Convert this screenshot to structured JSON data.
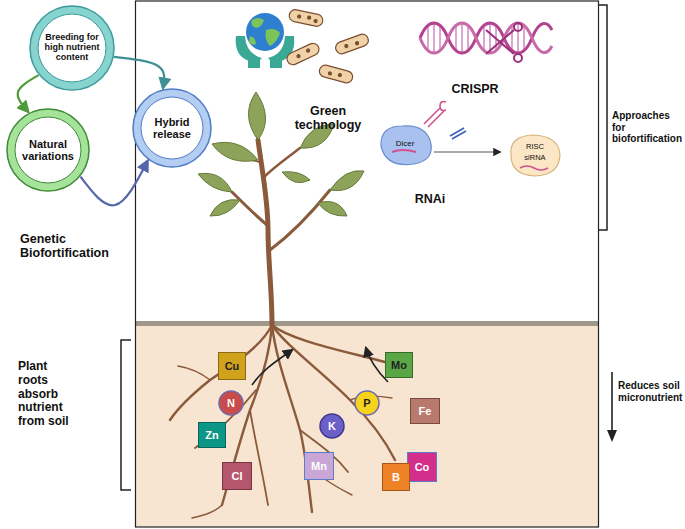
{
  "diagram": {
    "nodes": [
      {
        "text": [
          "Breeding for high nutrient content"
        ]
      },
      {
        "text": [
          "Natural variations"
        ]
      },
      {
        "text": [
          "Hybrid release"
        ]
      },
      {
        "text": [
          "Cu"
        ]
      },
      {
        "text": [
          "Mo"
        ]
      },
      {
        "text": [
          "N"
        ]
      },
      {
        "text": [
          "P"
        ]
      },
      {
        "text": [
          "Fe"
        ]
      },
      {
        "text": [
          "K"
        ]
      },
      {
        "text": [
          "Zn"
        ]
      },
      {
        "text": [
          "Mn"
        ]
      },
      {
        "text": [
          "Co"
        ]
      },
      {
        "text": [
          "Cl"
        ]
      },
      {
        "text": [
          "B"
        ]
      }
    ],
    "edges": [
      {
        "from": 0,
        "to": 1,
        "arrow": "to"
      },
      {
        "from": 0,
        "to": 2,
        "arrow": "to"
      },
      {
        "from": 1,
        "to": 2,
        "arrow": "to"
      }
    ],
    "labels": [
      "Genetic Biofortification",
      "Green technology",
      "CRISPR",
      "Dicer",
      "RNAi",
      "RISC",
      "siRNA",
      "Approaches for biofortification",
      "Plant roots absorb nutrient from soil",
      "Reduces soil micronutrient"
    ]
  }
}
